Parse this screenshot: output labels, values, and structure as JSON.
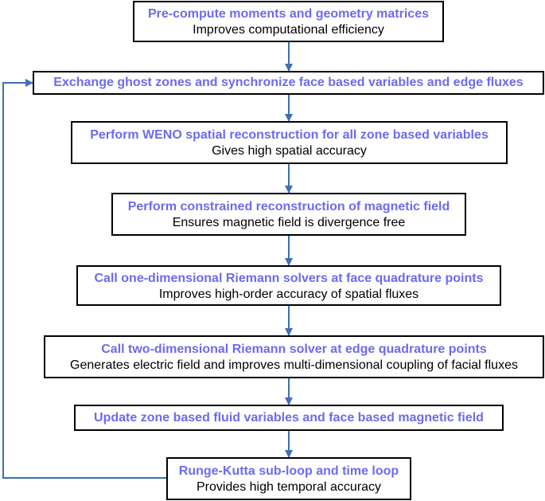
{
  "steps": [
    {
      "title": "Pre-compute moments and geometry matrices",
      "subtitle": "Improves computational efficiency"
    },
    {
      "title": "Exchange ghost zones and synchronize face based variables and edge fluxes",
      "subtitle": ""
    },
    {
      "title": "Perform WENO spatial reconstruction for all zone based variables",
      "subtitle": "Gives high spatial accuracy"
    },
    {
      "title": "Perform constrained reconstruction of magnetic field",
      "subtitle": "Ensures magnetic field is divergence free"
    },
    {
      "title": "Call one-dimensional Riemann solvers at face quadrature points",
      "subtitle": "Improves high-order accuracy of spatial fluxes"
    },
    {
      "title": "Call two-dimensional Riemann solver at edge quadrature points",
      "subtitle": "Generates electric field and improves multi-dimensional coupling of facial fluxes"
    },
    {
      "title": "Update zone based fluid variables and face based magnetic field",
      "subtitle": ""
    },
    {
      "title": "Runge-Kutta sub-loop and time loop",
      "subtitle": "Provides high temporal accuracy"
    }
  ],
  "colors": {
    "title": "#6b6bf0",
    "arrow": "#3f6fb6",
    "border": "#000000"
  }
}
